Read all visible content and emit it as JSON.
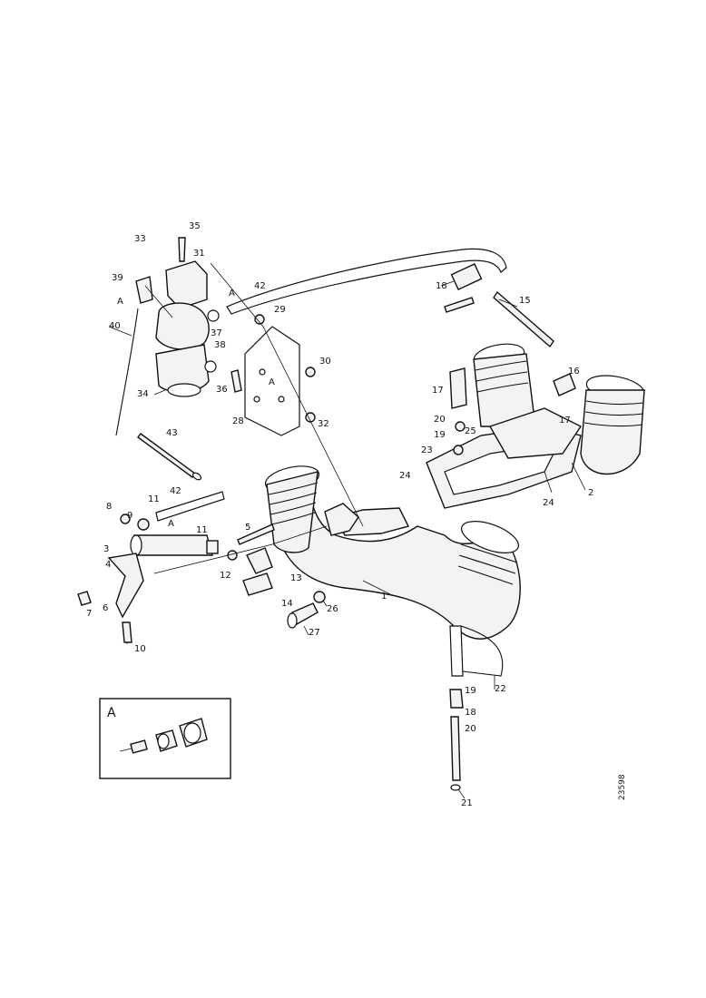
{
  "callouts": [
    {
      "id": "c1",
      "label": "1"
    },
    {
      "id": "c2",
      "label": "2"
    },
    {
      "id": "c3",
      "label": "3"
    },
    {
      "id": "c4",
      "label": "4"
    },
    {
      "id": "c5",
      "label": "5"
    },
    {
      "id": "c6",
      "label": "6"
    },
    {
      "id": "c7",
      "label": "7"
    },
    {
      "id": "c8",
      "label": "8"
    },
    {
      "id": "c9",
      "label": "9"
    },
    {
      "id": "c10",
      "label": "10"
    },
    {
      "id": "c11a",
      "label": "11"
    },
    {
      "id": "c11b",
      "label": "11"
    },
    {
      "id": "c12",
      "label": "12"
    },
    {
      "id": "c13",
      "label": "13"
    },
    {
      "id": "c14",
      "label": "14"
    },
    {
      "id": "c15",
      "label": "15"
    },
    {
      "id": "c16",
      "label": "16"
    },
    {
      "id": "c17a",
      "label": "17"
    },
    {
      "id": "c17b",
      "label": "17"
    },
    {
      "id": "c18a",
      "label": "18"
    },
    {
      "id": "c18b",
      "label": "18"
    },
    {
      "id": "c19a",
      "label": "19"
    },
    {
      "id": "c19b",
      "label": "19"
    },
    {
      "id": "c20a",
      "label": "20"
    },
    {
      "id": "c20b",
      "label": "20"
    },
    {
      "id": "c21",
      "label": "21"
    },
    {
      "id": "c22",
      "label": "22"
    },
    {
      "id": "c23",
      "label": "23"
    },
    {
      "id": "c24a",
      "label": "24"
    },
    {
      "id": "c24b",
      "label": "24"
    },
    {
      "id": "c25",
      "label": "25"
    },
    {
      "id": "c26",
      "label": "26"
    },
    {
      "id": "c27",
      "label": "27"
    },
    {
      "id": "c28",
      "label": "28"
    },
    {
      "id": "c29",
      "label": "29"
    },
    {
      "id": "c30",
      "label": "30"
    },
    {
      "id": "c31",
      "label": "31"
    },
    {
      "id": "c32",
      "label": "32"
    },
    {
      "id": "c33",
      "label": "33"
    },
    {
      "id": "c34",
      "label": "34"
    },
    {
      "id": "c35",
      "label": "35"
    },
    {
      "id": "c36",
      "label": "36"
    },
    {
      "id": "c37",
      "label": "37"
    },
    {
      "id": "c38",
      "label": "38"
    },
    {
      "id": "c39",
      "label": "39"
    },
    {
      "id": "c40",
      "label": "40"
    },
    {
      "id": "c42a",
      "label": "42"
    },
    {
      "id": "c42b",
      "label": "42"
    },
    {
      "id": "c43",
      "label": "43"
    },
    {
      "id": "cAa",
      "label": "A"
    },
    {
      "id": "cAb",
      "label": "A"
    },
    {
      "id": "cAc",
      "label": "A"
    },
    {
      "id": "cAd",
      "label": "A"
    }
  ],
  "inset": {
    "label": "A"
  },
  "reference_code": "23598"
}
